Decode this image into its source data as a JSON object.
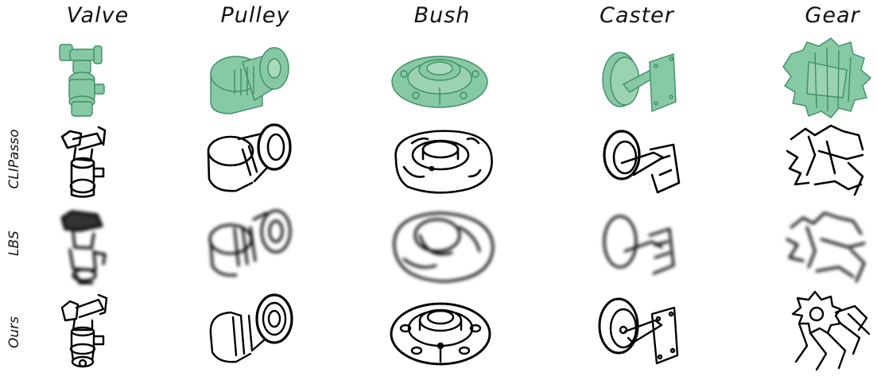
{
  "columns": [
    "Valve",
    "Pulley",
    "Bush",
    "Caster",
    "Gear"
  ],
  "rows": [
    "CLIPasso",
    "LBS",
    "Ours"
  ],
  "colors": {
    "model_fill": "#86c9a4",
    "model_stroke": "#3f8f63",
    "sketch_stroke": "#000000"
  }
}
